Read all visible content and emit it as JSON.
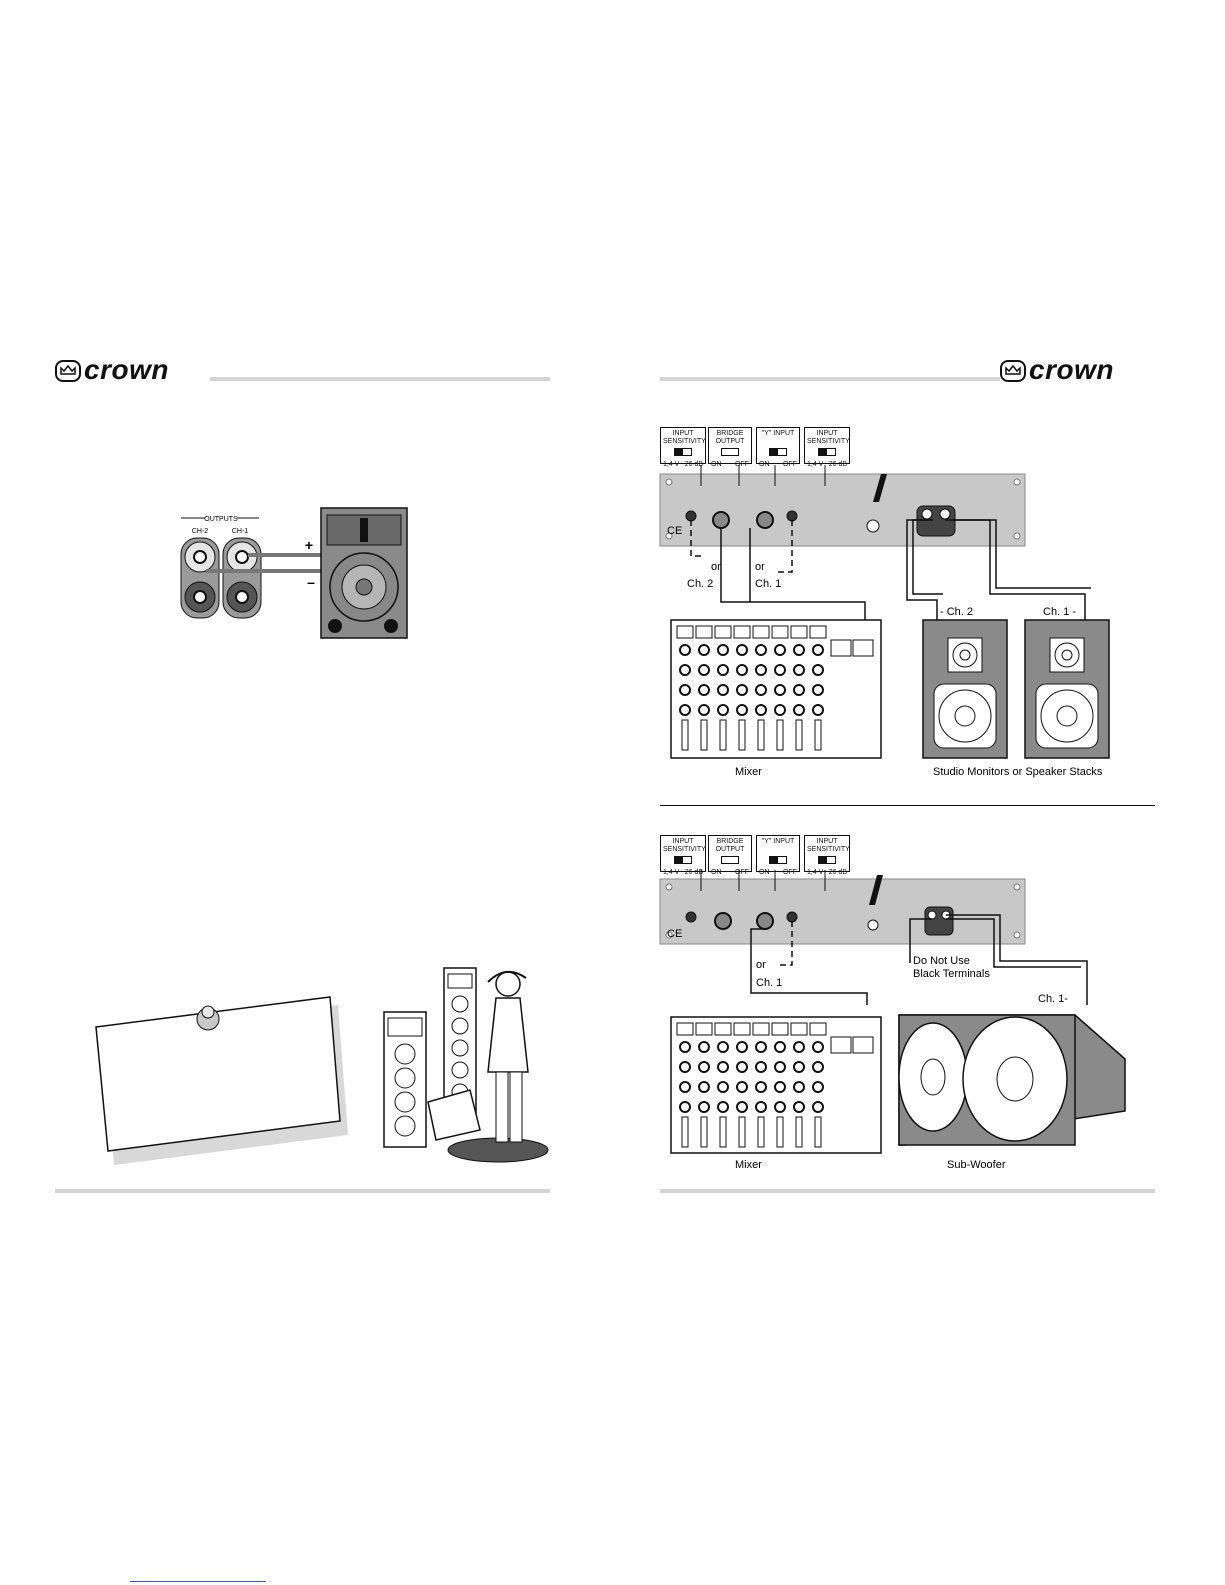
{
  "left_page": {
    "logo_text": "crown",
    "outputs_figure": {
      "outputs_label": "OUTPUTS",
      "ch2_label": "CH-2",
      "ch1_label": "CH-1",
      "plus_label": "+",
      "minus_label": "–"
    }
  },
  "right_page": {
    "logo_text": "crown",
    "switches": {
      "input_sensitivity": {
        "title1": "INPUT",
        "title2": "SENSITIVITY",
        "left": "1,4 V",
        "right": "26 dB"
      },
      "bridge_output": {
        "title1": "BRIDGE",
        "title2": "OUTPUT",
        "left": "ON",
        "right": "OFF"
      },
      "y_input": {
        "title1": "\"Y\" INPUT",
        "left": "ON",
        "right": "OFF"
      }
    },
    "diagram1": {
      "or_left": "or",
      "or_right": "or",
      "ch2_input": "Ch. 2",
      "ch1_input": "Ch. 1",
      "ch2_out": "- Ch. 2",
      "ch1_out": "Ch. 1 -",
      "mixer_label": "Mixer",
      "speakers_label": "Studio Monitors or Speaker Stacks"
    },
    "diagram2": {
      "or_label": "or",
      "ch1_input": "Ch. 1",
      "dnu_line1": "Do Not Use",
      "dnu_line2": "Black Terminals",
      "ch1_out": "Ch. 1-",
      "mixer_label": "Mixer",
      "subwoofer_label": "Sub-Woofer"
    }
  }
}
